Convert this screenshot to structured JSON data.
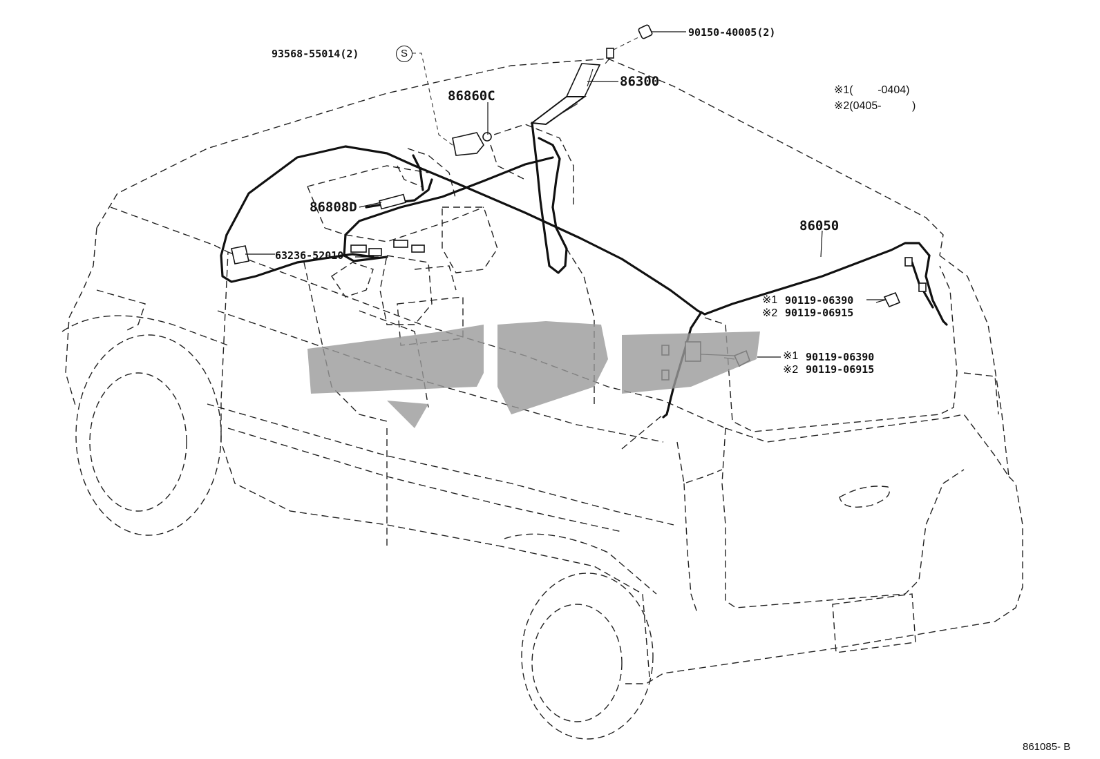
{
  "callouts": {
    "p93568": "93568-55014(2)",
    "s_mark": "S",
    "p90150": "90150-40005(2)",
    "p86300": "86300",
    "p86860c": "86860C",
    "p86808d": "86808D",
    "p63236": "63236-52010",
    "p86050": "86050",
    "r1a_mark": "※1",
    "r1a_part": "90119-06390",
    "r2a_mark": "※2",
    "r2a_part": "90119-06915",
    "r1b_mark": "※1",
    "r1b_part": "90119-06390",
    "r2b_mark": "※2",
    "r2b_part": "90119-06915"
  },
  "notes": {
    "note1": "※1(        -0404)",
    "note2": "※2(0405-          )"
  },
  "diagram_ref": "861085- B"
}
